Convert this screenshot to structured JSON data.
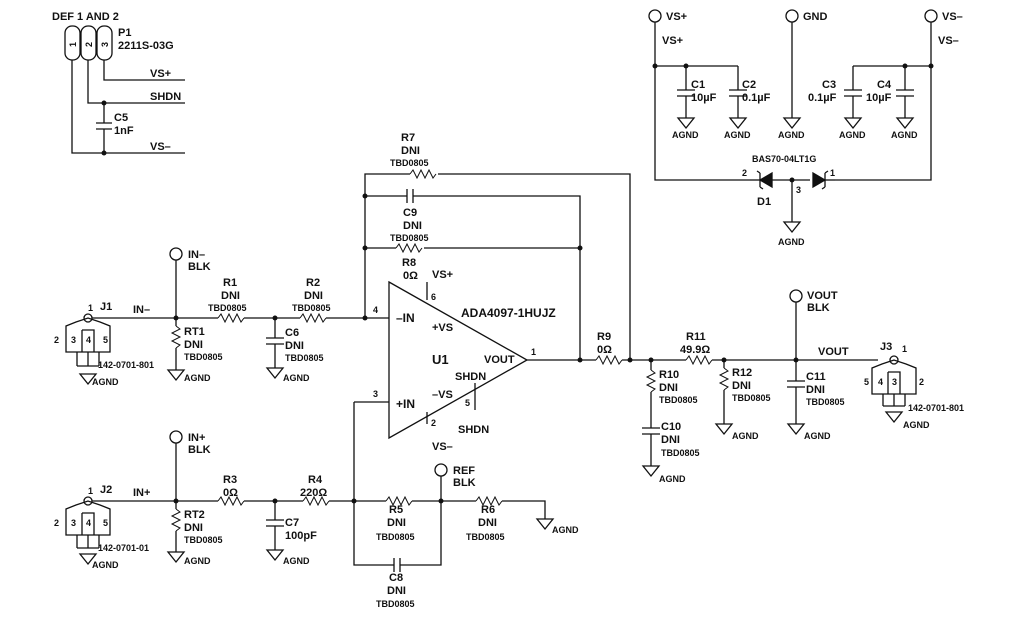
{
  "header": {
    "def": "DEF 1 AND 2",
    "p1_ref": "P1",
    "p1_part": "2211S-03G",
    "pins": [
      "1",
      "2",
      "3"
    ]
  },
  "nets": {
    "vs_plus": "VS+",
    "vs_minus": "VS–",
    "shdn": "SHDN",
    "gnd": "GND",
    "agnd": "AGND",
    "in_minus": "IN–",
    "in_plus": "IN+",
    "vout": "VOUT",
    "in_minus_blk": [
      "IN–",
      "BLK"
    ],
    "in_plus_blk": [
      "IN+",
      "BLK"
    ],
    "ref_blk": [
      "REF",
      "BLK"
    ],
    "vout_blk": [
      "VOUT",
      "BLK"
    ]
  },
  "components": {
    "c5": [
      "C5",
      "1nF"
    ],
    "c1": [
      "C1",
      "10µF"
    ],
    "c2": [
      "C2",
      "0.1µF"
    ],
    "c3": [
      "C3",
      "0.1µF"
    ],
    "c4": [
      "C4",
      "10µF"
    ],
    "d1": [
      "BAS70-04LT1G",
      "D1"
    ],
    "d1_pins": [
      "2",
      "3",
      "1"
    ],
    "r7": [
      "R7",
      "DNI",
      "TBD0805"
    ],
    "c9": [
      "C9",
      "DNI",
      "TBD0805"
    ],
    "r8": [
      "R8",
      "0Ω"
    ],
    "r1": [
      "R1",
      "DNI",
      "TBD0805"
    ],
    "r2": [
      "R2",
      "DNI",
      "TBD0805"
    ],
    "rt1": [
      "RT1",
      "DNI",
      "TBD0805"
    ],
    "c6": [
      "C6",
      "DNI",
      "TBD0805"
    ],
    "j1": [
      "J1",
      "142-0701-801"
    ],
    "j1_pins": [
      "1",
      "2",
      "3",
      "4",
      "5"
    ],
    "r3": [
      "R3",
      "0Ω"
    ],
    "r4": [
      "R4",
      "220Ω"
    ],
    "rt2": [
      "RT2",
      "DNI",
      "TBD0805"
    ],
    "c7": [
      "C7",
      "100pF"
    ],
    "j2": [
      "J2",
      "142-0701-01"
    ],
    "j2_pins": [
      "1",
      "2",
      "3",
      "4",
      "5"
    ],
    "r5": [
      "R5",
      "DNI",
      "TBD0805"
    ],
    "r6": [
      "R6",
      "DNI",
      "TBD0805"
    ],
    "c8": [
      "C8",
      "DNI",
      "TBD0805"
    ],
    "r9": [
      "R9",
      "0Ω"
    ],
    "r11": [
      "R11",
      "49.9Ω"
    ],
    "r10": [
      "R10",
      "DNI",
      "TBD0805"
    ],
    "c10": [
      "C10",
      "DNI",
      "TBD0805"
    ],
    "r12": [
      "R12",
      "DNI",
      "TBD0805"
    ],
    "c11": [
      "C11",
      "DNI",
      "TBD0805"
    ],
    "j3": [
      "J3",
      "142-0701-801"
    ],
    "j3_pins": [
      "1",
      "5",
      "4",
      "3",
      "2"
    ]
  },
  "opamp": {
    "part": "ADA4097-1HUJZ",
    "ref": "U1",
    "minus_in": "–IN",
    "plus_in": "+IN",
    "vs_pos": "+VS",
    "vs_neg": "–VS",
    "vout": "VOUT",
    "shdn": "SHDN",
    "pins": [
      "4",
      "3",
      "6",
      "2",
      "1",
      "5"
    ],
    "vs_plus": "VS+",
    "vs_minus": "VS–",
    "shdn_net": "SHDN"
  }
}
